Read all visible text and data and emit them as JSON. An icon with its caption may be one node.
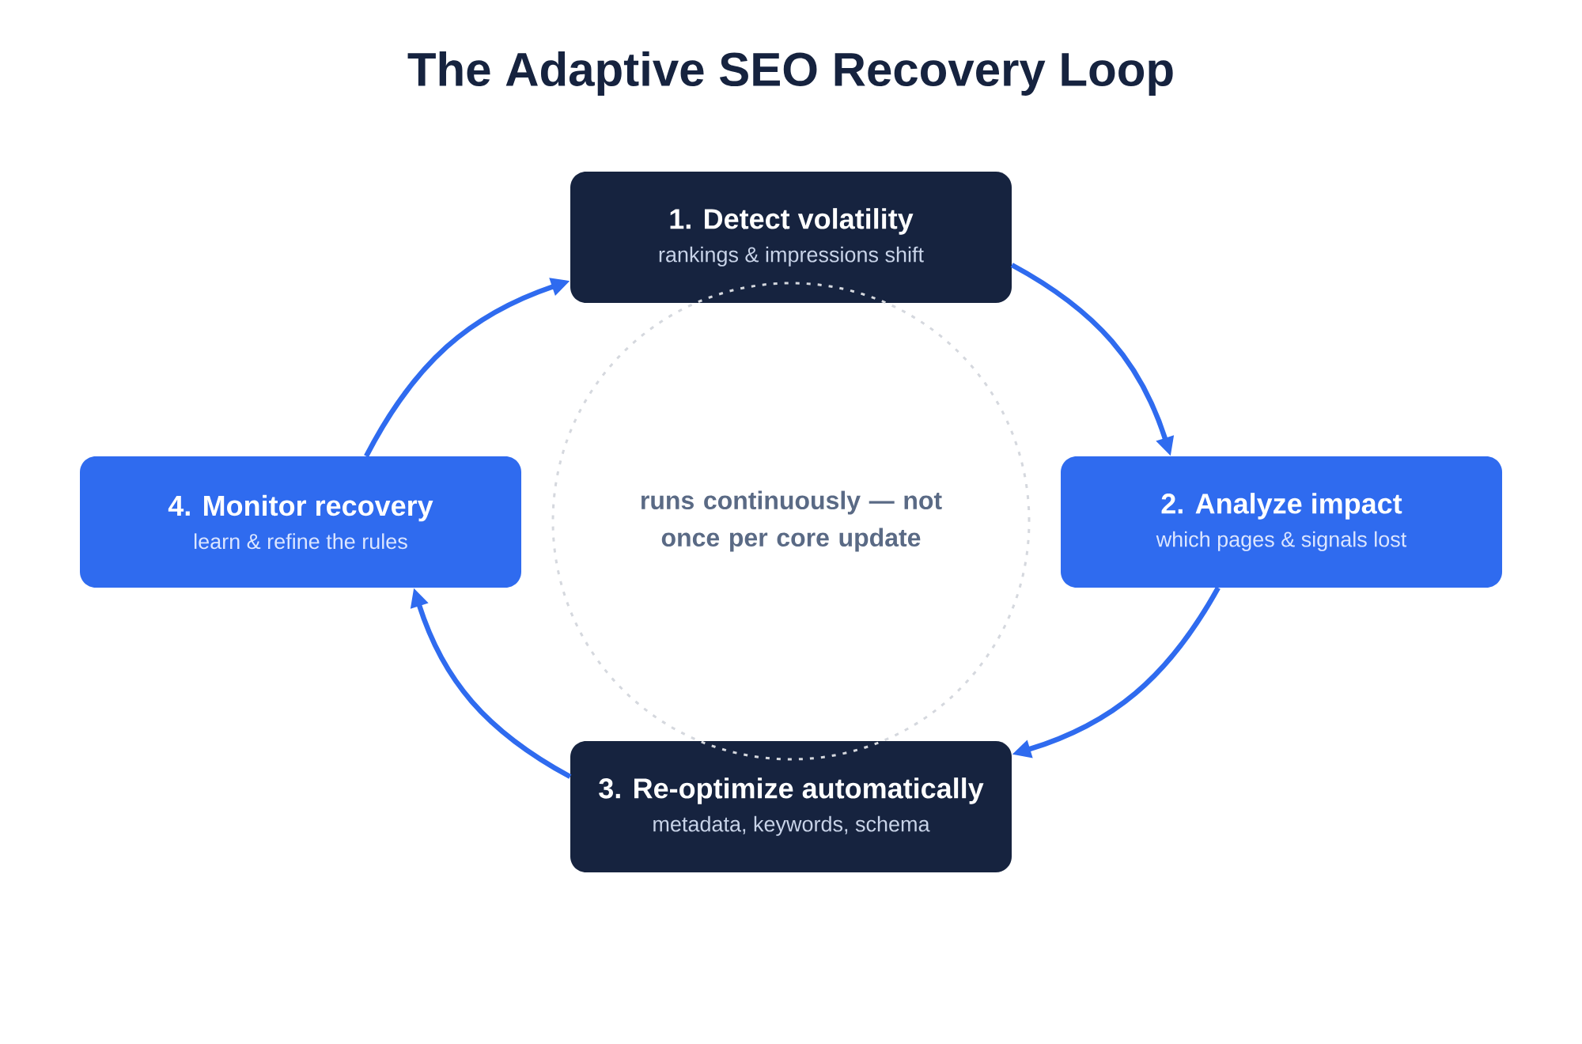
{
  "diagram": {
    "title": "The Adaptive SEO Recovery Loop",
    "nodes": [
      {
        "text": [
          "1. Detect volatility",
          "rankings & impressions shift"
        ]
      },
      {
        "text": [
          "2. Analyze impact",
          "which pages & signals lost"
        ]
      },
      {
        "text": [
          "3. Re-optimize automatically",
          "metadata, keywords, schema"
        ]
      },
      {
        "text": [
          "4. Monitor recovery",
          "learn & refine the rules"
        ]
      },
      {
        "text": [
          "runs continuously — not once per core update"
        ]
      }
    ],
    "edges": [
      {
        "from": 0,
        "to": 1,
        "arrow": "to"
      },
      {
        "from": 1,
        "to": 2,
        "arrow": "to"
      },
      {
        "from": 2,
        "to": 3,
        "arrow": "to"
      },
      {
        "from": 3,
        "to": 0,
        "arrow": "to"
      }
    ]
  }
}
